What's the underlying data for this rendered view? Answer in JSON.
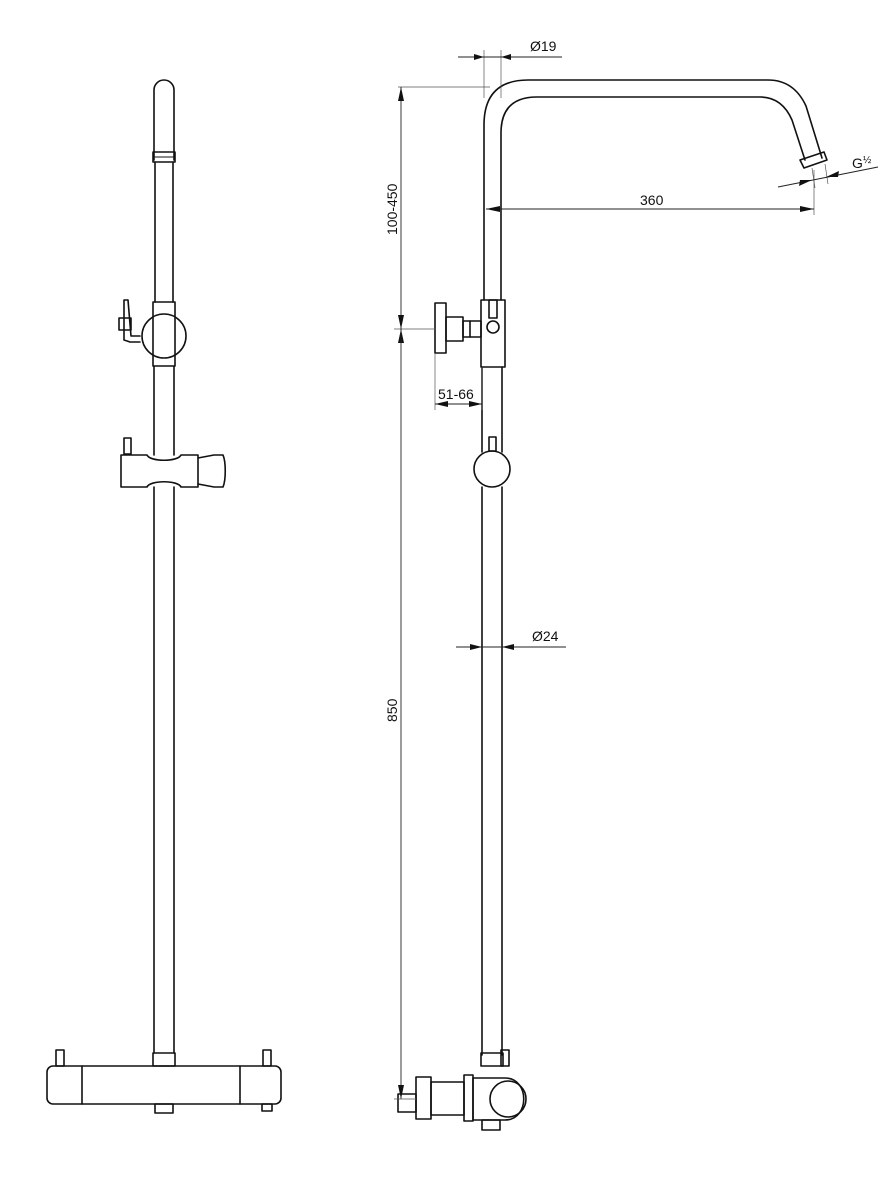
{
  "dimensions": {
    "pipe_diameter_top": "Ø19",
    "arm_length": "360",
    "thread": "G",
    "thread_fraction": "½",
    "head_height_range": "100-450",
    "wall_offset_range": "51-66",
    "rail_diameter": "Ø24",
    "rail_height": "850"
  },
  "colors": {
    "line": "#111111",
    "background": "#ffffff"
  }
}
